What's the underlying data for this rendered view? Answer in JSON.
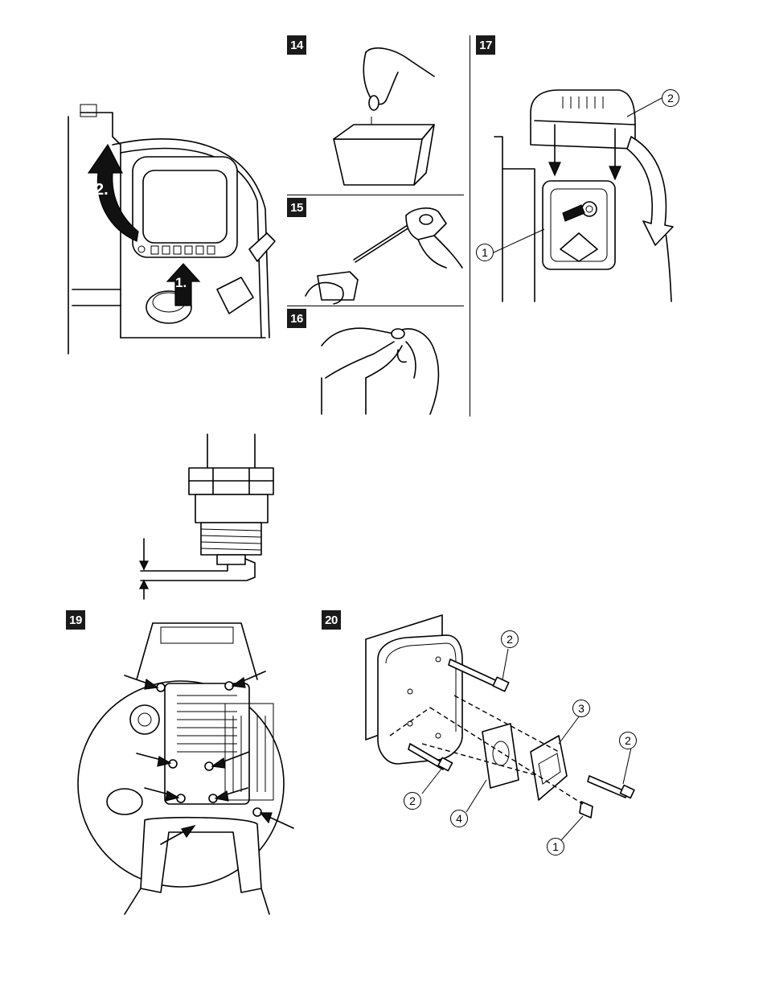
{
  "figures": {
    "fig14": {
      "number": "14"
    },
    "fig15": {
      "number": "15"
    },
    "fig16": {
      "number": "16"
    },
    "fig17": {
      "number": "17",
      "callouts": [
        "1",
        "2"
      ]
    },
    "fig19": {
      "number": "19"
    },
    "fig20": {
      "number": "20",
      "callouts": [
        "1",
        "2",
        "2",
        "2",
        "3",
        "4"
      ]
    }
  },
  "airfilter_steps": {
    "step1": "1.",
    "step2": "2."
  },
  "colors": {
    "ink": "#000000",
    "badge": "#1a1a1a",
    "paper": "#ffffff"
  }
}
